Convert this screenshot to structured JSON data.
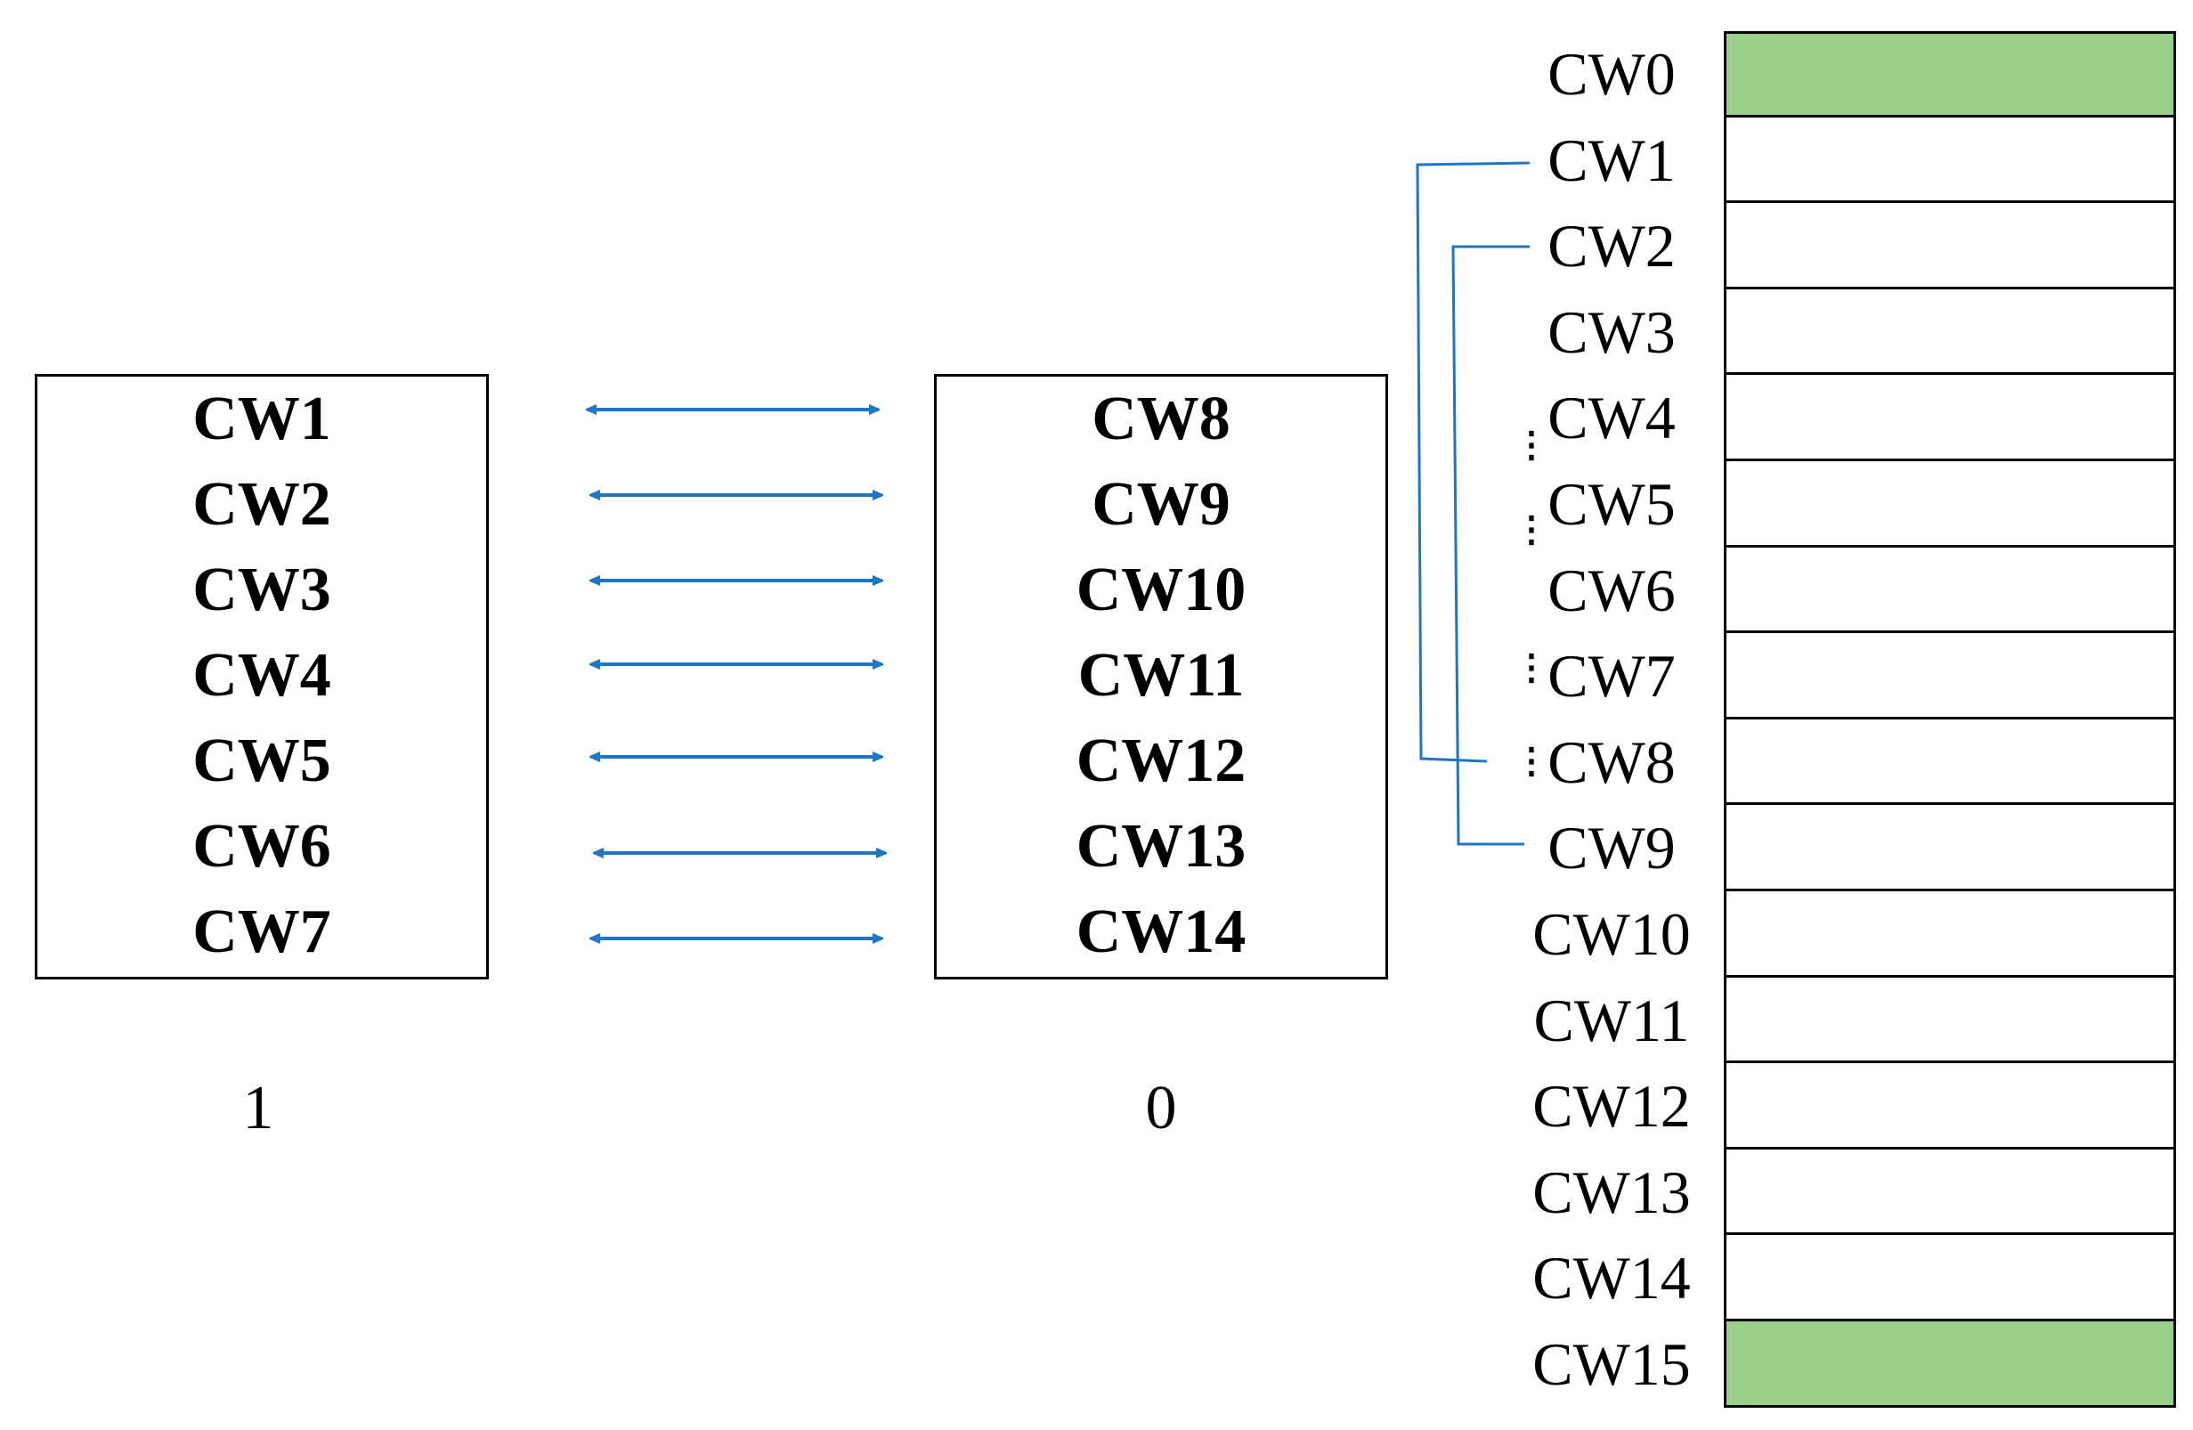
{
  "left_box": {
    "items": [
      "CW1",
      "CW2",
      "CW3",
      "CW4",
      "CW5",
      "CW6",
      "CW7"
    ],
    "label": "1"
  },
  "middle_box": {
    "items": [
      "CW8",
      "CW9",
      "CW10",
      "CW11",
      "CW12",
      "CW13",
      "CW14"
    ],
    "label": "0"
  },
  "strip": {
    "labels": [
      "CW0",
      "CW1",
      "CW2",
      "CW3",
      "CW4",
      "CW5",
      "CW6",
      "CW7",
      "CW8",
      "CW9",
      "CW10",
      "CW11",
      "CW12",
      "CW13",
      "CW14",
      "CW15"
    ],
    "highlighted": [
      0,
      15
    ]
  },
  "colors": {
    "arrow": "#1f75c8",
    "connector": "#1f75c8",
    "highlight": "#9bd08a"
  }
}
